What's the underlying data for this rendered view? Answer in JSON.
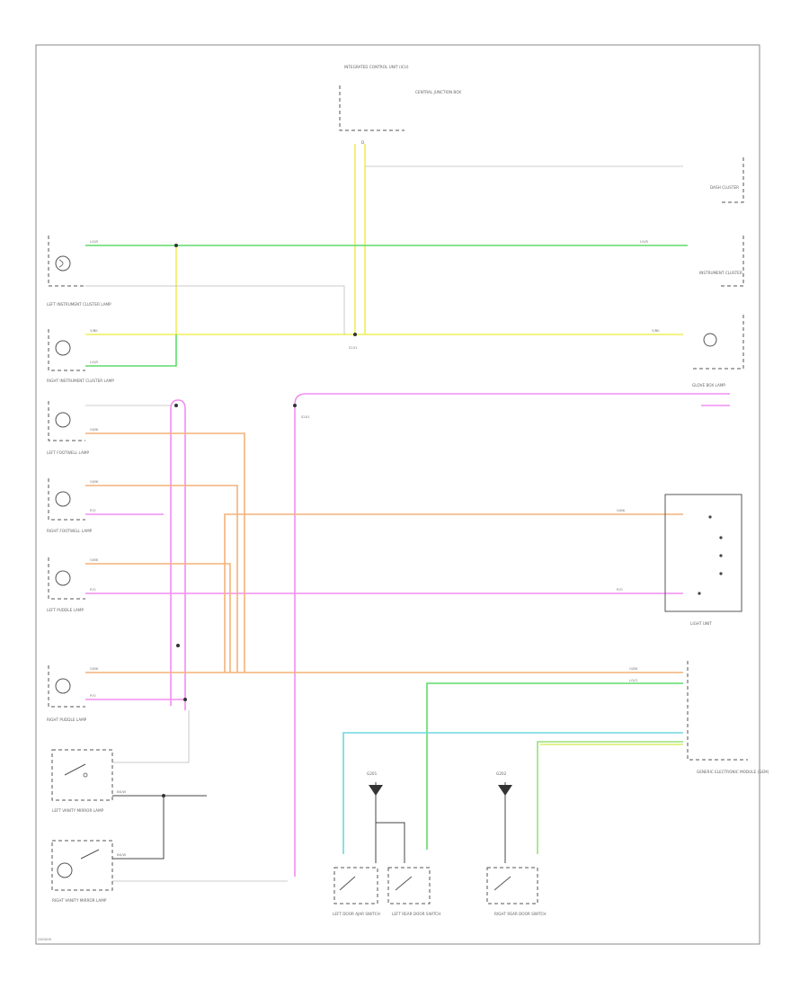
{
  "colors": {
    "green": "#5fdc6a",
    "yellow": "#f0ef5a",
    "pink": "#f28ef0",
    "orange": "#f3b27a",
    "teal": "#6fd7df",
    "lightgreen": "#98e07a",
    "gray": "#cccccc"
  },
  "labels": {
    "top_module": "INTEGRATED CONTROL UNIT (ICU)",
    "top_module_sub": "CENTRAL JUNCTION BOX",
    "top_pin": "D",
    "dash_cluster": "DASH CLUSTER",
    "instrument_cluster": "INSTRUMENT CLUSTER",
    "glove_box_lamp": "GLOVE BOX LAMP",
    "left_instrument_lamp": "LEFT INSTRUMENT CLUSTER LAMP",
    "right_instrument_lamp": "RIGHT INSTRUMENT CLUSTER LAMP",
    "left_footwell_lamp": "LEFT FOOTWELL LAMP",
    "right_footwell_lamp": "RIGHT FOOTWELL LAMP",
    "left_puddle_lamp": "LEFT PUDDLE LAMP",
    "right_puddle_lamp": "RIGHT PUDDLE LAMP",
    "left_vanity_lamp": "LEFT VANITY MIRROR LAMP",
    "right_vanity_lamp": "RIGHT VANITY MIRROR LAMP",
    "light_unit": "LIGHT UNIT",
    "body_module": "GENERIC ELECTRONIC MODULE (GEM)",
    "left_door_ajar": "LEFT DOOR AJAR SWITCH",
    "left_rear_door": "LEFT REAR DOOR SWITCH",
    "right_rear_door": "RIGHT REAR DOOR SWITCH",
    "splice_s1": "S101",
    "splice_s2": "S201",
    "ground_left": "G201",
    "ground_right": "G202",
    "wire_lg_r": "LG/R",
    "wire_y_bk": "Y/BK",
    "wire_p_o": "P/O",
    "wire_o_bk": "O/BK",
    "wire_bk_w": "BK/W",
    "wire_lg_o": "LG/O",
    "footer": "G00000"
  }
}
